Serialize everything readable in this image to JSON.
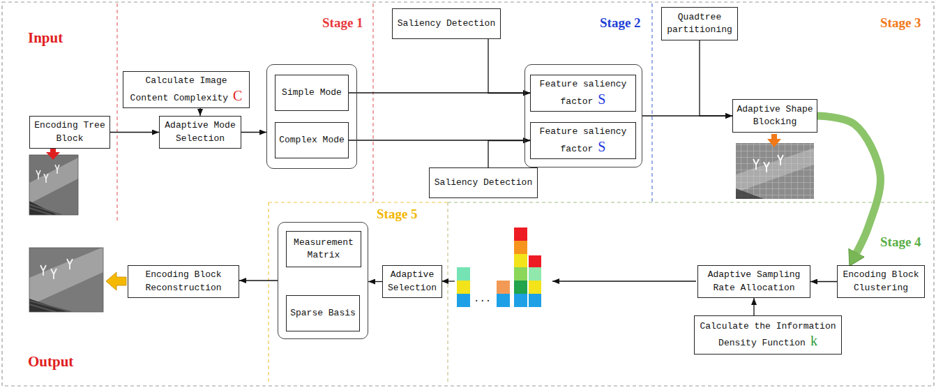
{
  "diagram": {
    "nodes": [
      {
        "text": [
          "Encoding Tree Block"
        ]
      },
      {
        "text": [
          "Calculate Image Content Complexity",
          "C"
        ]
      },
      {
        "text": [
          "Adaptive Mode Selection"
        ]
      },
      {
        "text": []
      },
      {
        "text": [
          "Simple Mode"
        ],
        "in": 3
      },
      {
        "text": [
          "Complex Mode"
        ],
        "in": 3
      },
      {
        "text": [
          "Saliency Detection"
        ]
      },
      {
        "text": []
      },
      {
        "text": [
          "Feature saliency factor",
          "S"
        ],
        "in": 7
      },
      {
        "text": [
          "Feature saliency factor",
          "S"
        ],
        "in": 7
      },
      {
        "text": [
          "Saliency Detection"
        ]
      },
      {
        "text": [
          "Quadtree partitioning"
        ]
      },
      {
        "text": [
          "Adaptive Shape Blocking"
        ]
      },
      {
        "text": [
          "Encoding Block Clustering"
        ]
      },
      {
        "text": [
          "Adaptive Sampling Rate Allocation"
        ]
      },
      {
        "text": [
          "Calculate the Information Density Function",
          "k"
        ]
      },
      {
        "text": [
          "Adaptive Selection"
        ]
      },
      {
        "text": []
      },
      {
        "text": [
          "Measurement Matrix"
        ],
        "in": 17
      },
      {
        "text": [
          "Sparse Basis"
        ],
        "in": 17
      },
      {
        "text": [
          "Encoding Block Reconstruction"
        ]
      }
    ],
    "edges": [
      {
        "from": 0,
        "to": 2,
        "arrow": "to"
      },
      {
        "from": 1,
        "to": 2,
        "arrow": "to"
      },
      {
        "from": 2,
        "to": 3,
        "arrow": "to"
      },
      {
        "from": 4,
        "to": 8,
        "arrow": "to"
      },
      {
        "from": 6,
        "to": 8,
        "arrow": "to"
      },
      {
        "from": 5,
        "to": 9,
        "arrow": "to"
      },
      {
        "from": 10,
        "to": 9,
        "arrow": "to"
      },
      {
        "from": 7,
        "to": 12,
        "arrow": "to"
      },
      {
        "from": 11,
        "to": 12,
        "arrow": "to"
      },
      {
        "from": 12,
        "to": 13,
        "arrow": "to"
      },
      {
        "from": 13,
        "to": 14,
        "arrow": "to"
      },
      {
        "from": 15,
        "to": 14,
        "arrow": "to"
      },
      {
        "from": 16,
        "to": 17,
        "arrow": "to"
      },
      {
        "from": 17,
        "to": 20,
        "arrow": "to"
      }
    ],
    "labels": [
      "Input",
      "Stage 1",
      "Stage 2",
      "Stage 3",
      "Stage 4",
      "...",
      "Stage 5",
      "Output"
    ]
  }
}
